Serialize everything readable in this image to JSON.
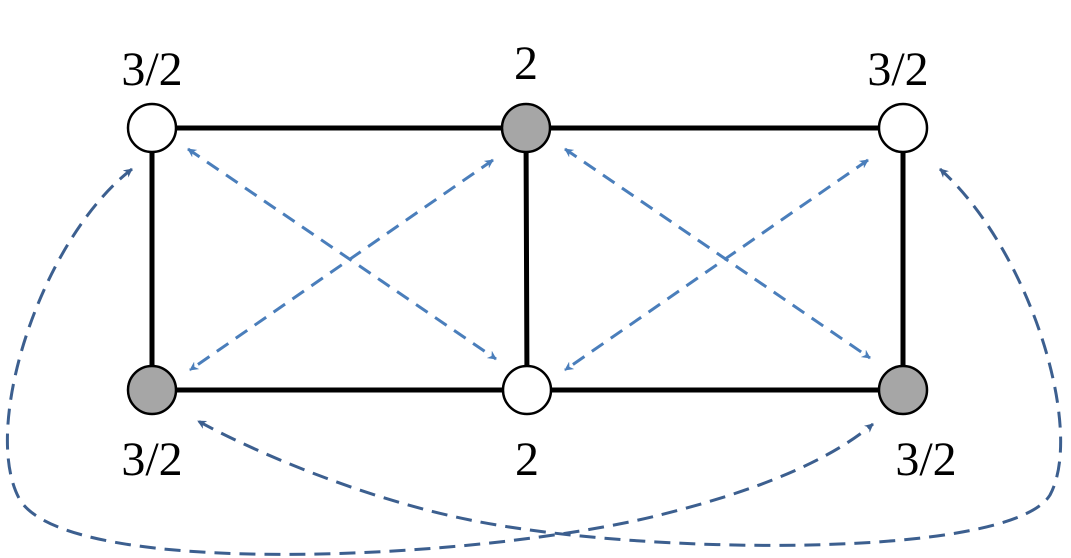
{
  "nodes": [
    {
      "id": "top-left",
      "label": "3/2",
      "fill": "white"
    },
    {
      "id": "top-middle",
      "label": "2",
      "fill": "gray"
    },
    {
      "id": "top-right",
      "label": "3/2",
      "fill": "white"
    },
    {
      "id": "bottom-left",
      "label": "3/2",
      "fill": "gray"
    },
    {
      "id": "bottom-middle",
      "label": "2",
      "fill": "white"
    },
    {
      "id": "bottom-right",
      "label": "3/2",
      "fill": "gray"
    }
  ],
  "edges": [
    [
      "top-left",
      "top-middle"
    ],
    [
      "top-middle",
      "top-right"
    ],
    [
      "bottom-left",
      "bottom-middle"
    ],
    [
      "bottom-middle",
      "bottom-right"
    ],
    [
      "top-left",
      "bottom-left"
    ],
    [
      "top-middle",
      "bottom-middle"
    ],
    [
      "top-right",
      "bottom-right"
    ]
  ],
  "dashed_arrows": [
    [
      "top-left",
      "bottom-middle"
    ],
    [
      "top-middle",
      "bottom-left"
    ],
    [
      "top-middle",
      "bottom-right"
    ],
    [
      "top-right",
      "bottom-middle"
    ],
    [
      "top-left",
      "bottom-right"
    ],
    [
      "top-right",
      "bottom-left"
    ]
  ],
  "colors": {
    "edge": "#000000",
    "node_white": "#ffffff",
    "node_gray": "#a6a6a6",
    "inner_arrow": "#4a7ebb",
    "outer_arrow": "#3c5f8f"
  }
}
